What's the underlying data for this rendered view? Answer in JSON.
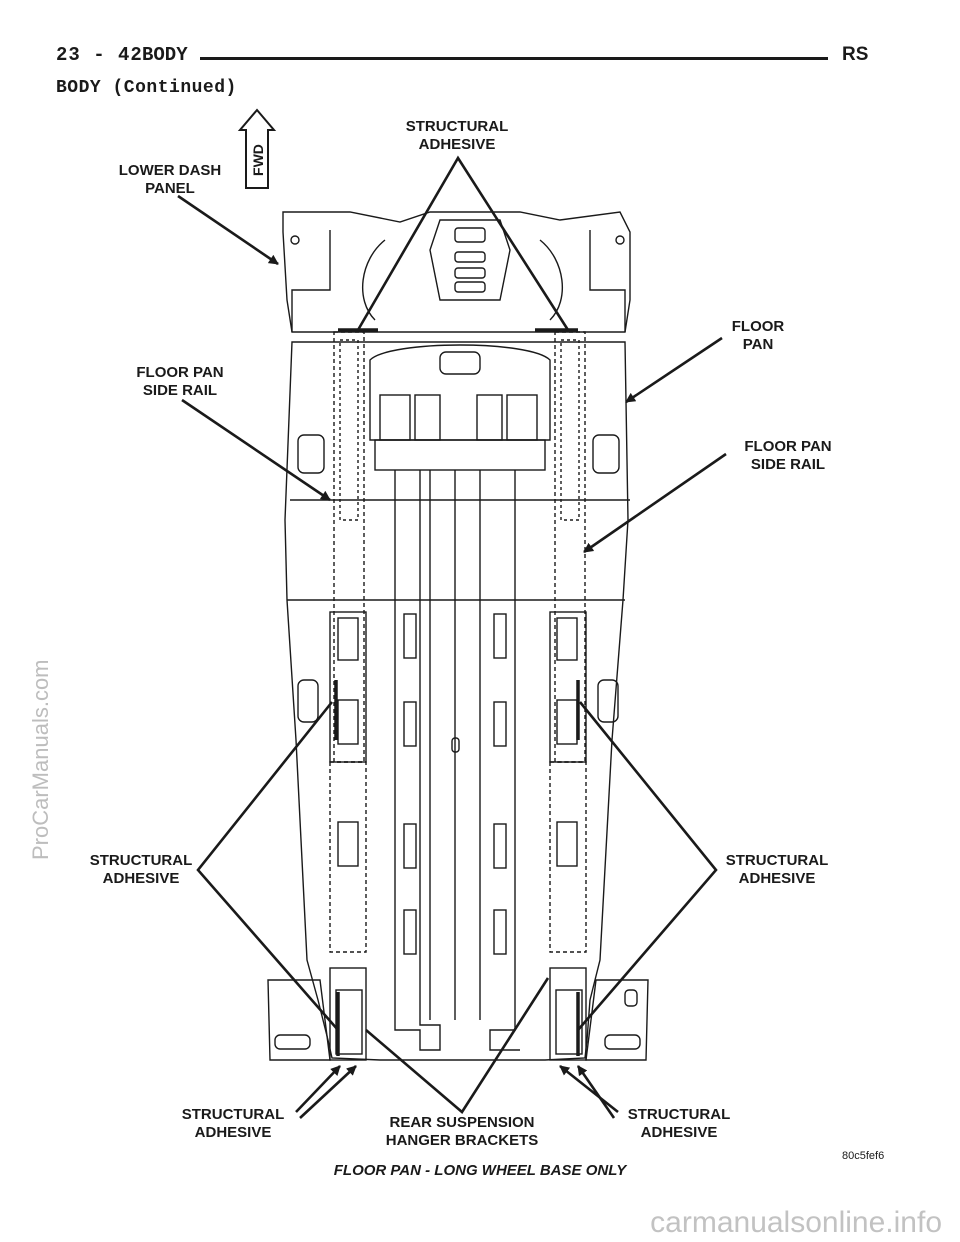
{
  "header": {
    "page_number": "23 - 42",
    "section": "BODY",
    "model_code": "RS"
  },
  "continued": "BODY (Continued)",
  "labels": {
    "fwd": "FWD",
    "lower_dash_panel": "LOWER DASH\nPANEL",
    "structural_adhesive_top": "STRUCTURAL\nADHESIVE",
    "floor_pan": "FLOOR\nPAN",
    "floor_pan_side_rail_left": "FLOOR PAN\nSIDE RAIL",
    "floor_pan_side_rail_right": "FLOOR PAN\nSIDE RAIL",
    "structural_adhesive_mid_left": "STRUCTURAL\nADHESIVE",
    "structural_adhesive_mid_right": "STRUCTURAL\nADHESIVE",
    "structural_adhesive_bottom_left": "STRUCTURAL\nADHESIVE",
    "rear_suspension_hanger_brackets": "REAR SUSPENSION\nHANGER BRACKETS",
    "structural_adhesive_bottom_right": "STRUCTURAL\nADHESIVE"
  },
  "figure_code": "80c5fef6",
  "caption": "FLOOR PAN - LONG WHEEL BASE ONLY",
  "watermarks": {
    "side": "ProCarManuals.com",
    "bottom": "carmanualsonline.info"
  }
}
